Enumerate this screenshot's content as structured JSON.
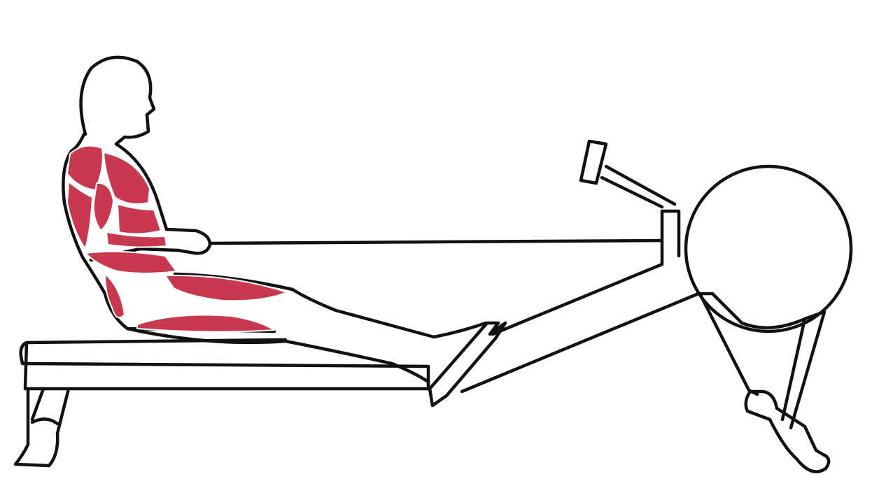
{
  "colors": {
    "outline": "#111111",
    "muscle": "#c8394f",
    "background": "#ffffff"
  },
  "figure": {
    "subject": "rower-figure",
    "phase": "finish",
    "highlighted_muscles": [
      "deltoid",
      "pectorals",
      "latissimus",
      "biceps",
      "abdominals",
      "glutes",
      "hamstrings"
    ]
  }
}
